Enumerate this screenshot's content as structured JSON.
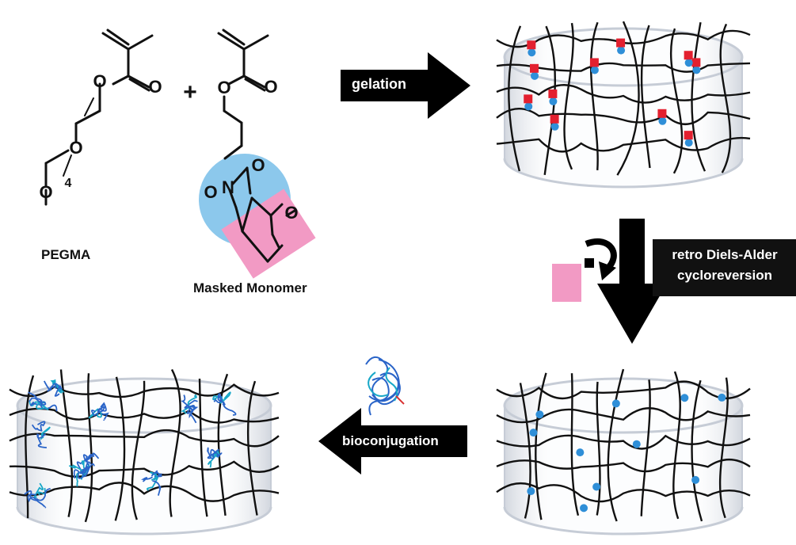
{
  "labels": {
    "pegma": "PEGMA",
    "masked_monomer": "Masked Monomer",
    "plus": "+",
    "subscript_4": "4",
    "gelation": "gelation",
    "retro_line1": "retro Diels-Alder",
    "retro_line2": "cycloreversion",
    "bioconjugation": "bioconjugation"
  },
  "atoms": {
    "oxygen": "O",
    "nitrogen": "N"
  },
  "colors": {
    "maleimide_circle": "#8cc8ec",
    "furan_square": "#f29ac4",
    "reactive_site": "#2f8fd8",
    "mask_group": "#e3202f",
    "polymer_chain": "#111111",
    "arrow": "#000000",
    "gel_container": "#c6ccd6",
    "protein": "#2a64c8"
  }
}
